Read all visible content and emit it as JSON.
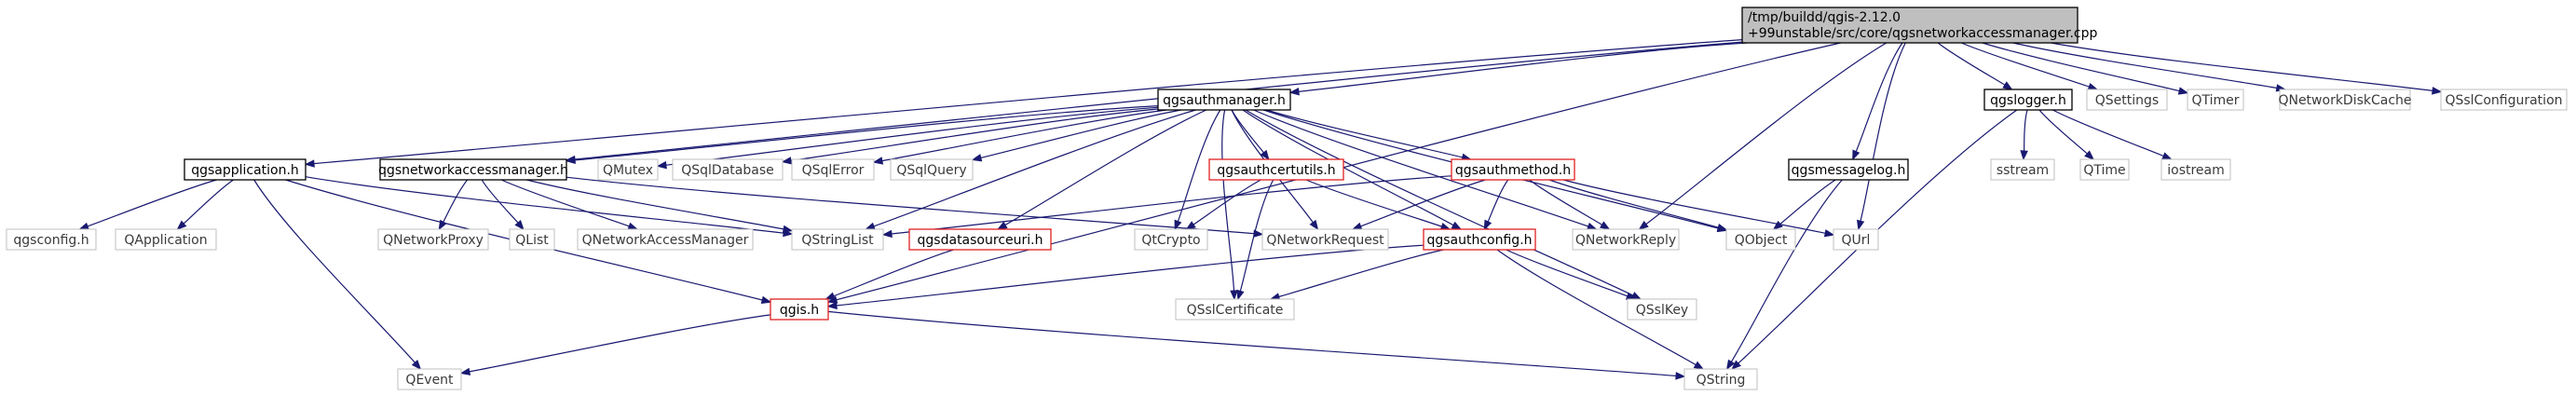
{
  "diagram": {
    "root": {
      "id": "root",
      "lines": [
        "/tmp/buildd/qgis-2.12.0",
        "+99unstable/src/core/qgsnetworkaccessmanager.cpp"
      ],
      "style": "root"
    },
    "nodes": [
      {
        "id": "qgsapplication",
        "label": "qgsapplication.h",
        "style": "black"
      },
      {
        "id": "qgsnam_h",
        "label": "qgsnetworkaccessmanager.h",
        "style": "black"
      },
      {
        "id": "qmutex",
        "label": "QMutex",
        "style": "gray"
      },
      {
        "id": "qsqldatabase",
        "label": "QSqlDatabase",
        "style": "gray"
      },
      {
        "id": "qsqlerror",
        "label": "QSqlError",
        "style": "gray"
      },
      {
        "id": "qsqlquery",
        "label": "QSqlQuery",
        "style": "gray"
      },
      {
        "id": "qgsauthmanager",
        "label": "qgsauthmanager.h",
        "style": "black"
      },
      {
        "id": "qgsauthcertutils",
        "label": "qgsauthcertutils.h",
        "style": "red"
      },
      {
        "id": "qgsauthmethod",
        "label": "qgsauthmethod.h",
        "style": "red"
      },
      {
        "id": "qgsmessagelog",
        "label": "qgsmessagelog.h",
        "style": "black"
      },
      {
        "id": "qgslogger",
        "label": "qgslogger.h",
        "style": "black"
      },
      {
        "id": "qsettings",
        "label": "QSettings",
        "style": "gray"
      },
      {
        "id": "qtimer",
        "label": "QTimer",
        "style": "gray"
      },
      {
        "id": "qnetworkdiskcache",
        "label": "QNetworkDiskCache",
        "style": "gray"
      },
      {
        "id": "qsslconfiguration",
        "label": "QSslConfiguration",
        "style": "gray"
      },
      {
        "id": "sstream",
        "label": "sstream",
        "style": "gray"
      },
      {
        "id": "qtime",
        "label": "QTime",
        "style": "gray"
      },
      {
        "id": "iostream",
        "label": "iostream",
        "style": "gray"
      },
      {
        "id": "qgsconfig",
        "label": "qgsconfig.h",
        "style": "gray"
      },
      {
        "id": "qapplication",
        "label": "QApplication",
        "style": "gray"
      },
      {
        "id": "qnetworkproxy",
        "label": "QNetworkProxy",
        "style": "gray"
      },
      {
        "id": "qlist",
        "label": "QList",
        "style": "gray"
      },
      {
        "id": "qnetworkaccessmanager",
        "label": "QNetworkAccessManager",
        "style": "gray"
      },
      {
        "id": "qstringlist",
        "label": "QStringList",
        "style": "gray"
      },
      {
        "id": "qgsdatasourceuri",
        "label": "qgsdatasourceuri.h",
        "style": "red"
      },
      {
        "id": "qtcrypto",
        "label": "QtCrypto",
        "style": "gray"
      },
      {
        "id": "qnetworkrequest",
        "label": "QNetworkRequest",
        "style": "gray"
      },
      {
        "id": "qgsauthconfig",
        "label": "qgsauthconfig.h",
        "style": "red"
      },
      {
        "id": "qnetworkreply",
        "label": "QNetworkReply",
        "style": "gray"
      },
      {
        "id": "qobject",
        "label": "QObject",
        "style": "gray"
      },
      {
        "id": "qurl",
        "label": "QUrl",
        "style": "gray"
      },
      {
        "id": "qgis",
        "label": "qgis.h",
        "style": "red"
      },
      {
        "id": "qsslcertificate",
        "label": "QSslCertificate",
        "style": "gray"
      },
      {
        "id": "qsslkey",
        "label": "QSslKey",
        "style": "gray"
      },
      {
        "id": "qevent",
        "label": "QEvent",
        "style": "gray"
      },
      {
        "id": "qstring",
        "label": "QString",
        "style": "gray"
      }
    ],
    "edges": [
      [
        "root",
        "qgsapplication"
      ],
      [
        "root",
        "qgsnam_h"
      ],
      [
        "root",
        "qgsauthmanager"
      ],
      [
        "root",
        "qgsmessagelog"
      ],
      [
        "root",
        "qgslogger"
      ],
      [
        "root",
        "qsettings"
      ],
      [
        "root",
        "qtimer"
      ],
      [
        "root",
        "qnetworkdiskcache"
      ],
      [
        "root",
        "qsslconfiguration"
      ],
      [
        "root",
        "qgis"
      ],
      [
        "root",
        "qnetworkreply"
      ],
      [
        "root",
        "qurl"
      ],
      [
        "qgsapplication",
        "qgsconfig"
      ],
      [
        "qgsapplication",
        "qapplication"
      ],
      [
        "qgsapplication",
        "qstringlist"
      ],
      [
        "qgsapplication",
        "qevent"
      ],
      [
        "qgsapplication",
        "qgis"
      ],
      [
        "qgsnam_h",
        "qnetworkproxy"
      ],
      [
        "qgsnam_h",
        "qlist"
      ],
      [
        "qgsnam_h",
        "qnetworkaccessmanager"
      ],
      [
        "qgsnam_h",
        "qstringlist"
      ],
      [
        "qgsnam_h",
        "qnetworkrequest"
      ],
      [
        "qgsauthmanager",
        "qgsnam_h"
      ],
      [
        "qgsauthmanager",
        "qmutex"
      ],
      [
        "qgsauthmanager",
        "qsqldatabase"
      ],
      [
        "qgsauthmanager",
        "qsqlerror"
      ],
      [
        "qgsauthmanager",
        "qsqlquery"
      ],
      [
        "qgsauthmanager",
        "qgsauthcertutils"
      ],
      [
        "qgsauthmanager",
        "qgsauthmethod"
      ],
      [
        "qgsauthmanager",
        "qstringlist"
      ],
      [
        "qgsauthmanager",
        "qgsdatasourceuri"
      ],
      [
        "qgsauthmanager",
        "qtcrypto"
      ],
      [
        "qgsauthmanager",
        "qnetworkrequest"
      ],
      [
        "qgsauthmanager",
        "qgsauthconfig"
      ],
      [
        "qgsauthmanager",
        "qnetworkreply"
      ],
      [
        "qgsauthmanager",
        "qobject"
      ],
      [
        "qgsauthmanager",
        "qsslcertificate"
      ],
      [
        "qgsauthmanager",
        "qsslkey"
      ],
      [
        "qgsauthcertutils",
        "qtcrypto"
      ],
      [
        "qgsauthcertutils",
        "qgsauthconfig"
      ],
      [
        "qgsauthcertutils",
        "qsslcertificate"
      ],
      [
        "qgsauthmethod",
        "qstringlist"
      ],
      [
        "qgsauthmethod",
        "qnetworkrequest"
      ],
      [
        "qgsauthmethod",
        "qgsauthconfig"
      ],
      [
        "qgsauthmethod",
        "qnetworkreply"
      ],
      [
        "qgsauthmethod",
        "qobject"
      ],
      [
        "qgsauthmethod",
        "qurl"
      ],
      [
        "qgsauthconfig",
        "qgis"
      ],
      [
        "qgsauthconfig",
        "qsslcertificate"
      ],
      [
        "qgsauthconfig",
        "qsslkey"
      ],
      [
        "qgsauthconfig",
        "qstring"
      ],
      [
        "qgsdatasourceuri",
        "qgis"
      ],
      [
        "qgsmessagelog",
        "qobject"
      ],
      [
        "qgsmessagelog",
        "qstring"
      ],
      [
        "qgslogger",
        "sstream"
      ],
      [
        "qgslogger",
        "qtime"
      ],
      [
        "qgslogger",
        "iostream"
      ],
      [
        "qgslogger",
        "qstring"
      ],
      [
        "qgis",
        "qevent"
      ],
      [
        "qgis",
        "qstring"
      ]
    ]
  }
}
